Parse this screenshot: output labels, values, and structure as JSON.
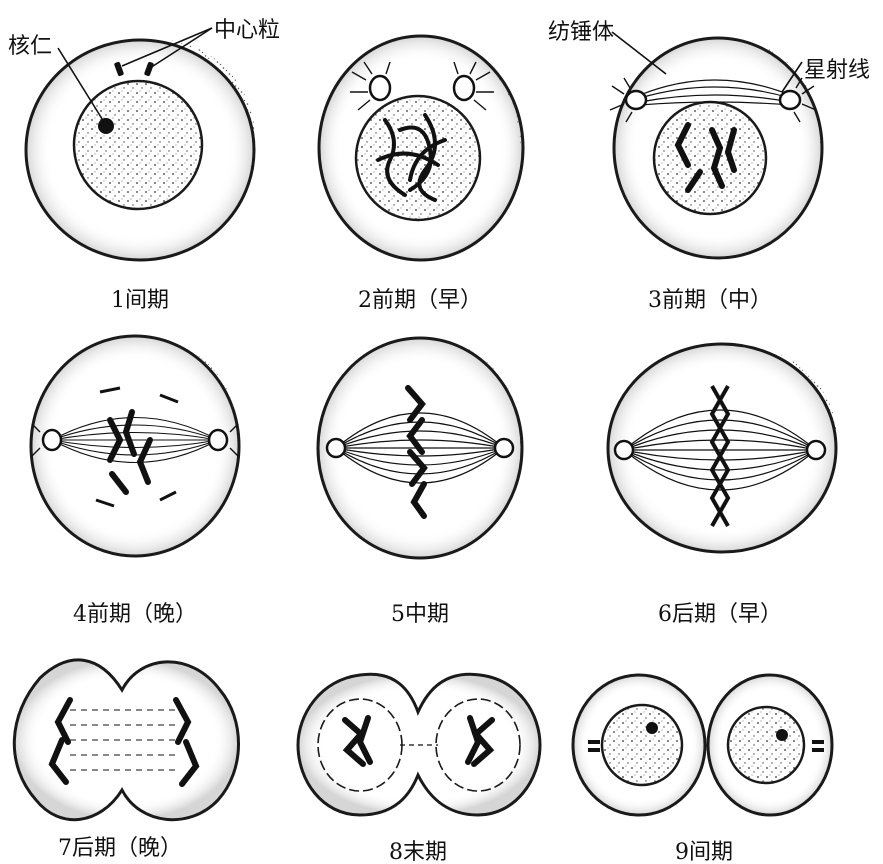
{
  "labels": {
    "nucleolus": "核仁",
    "centriole": "中心粒",
    "spindle": "纺锤体",
    "aster": "星射线"
  },
  "stages": [
    {
      "caption": "1间期"
    },
    {
      "caption": "2前期（早）"
    },
    {
      "caption": "3前期（中）"
    },
    {
      "caption": "4前期（晚）"
    },
    {
      "caption": "5中期"
    },
    {
      "caption": "6后期（早）"
    },
    {
      "caption": "7后期（晚）"
    },
    {
      "caption": "8末期"
    },
    {
      "caption": "9间期"
    }
  ],
  "colors": {
    "ink": "#1a1a1a",
    "paper": "#ffffff"
  }
}
